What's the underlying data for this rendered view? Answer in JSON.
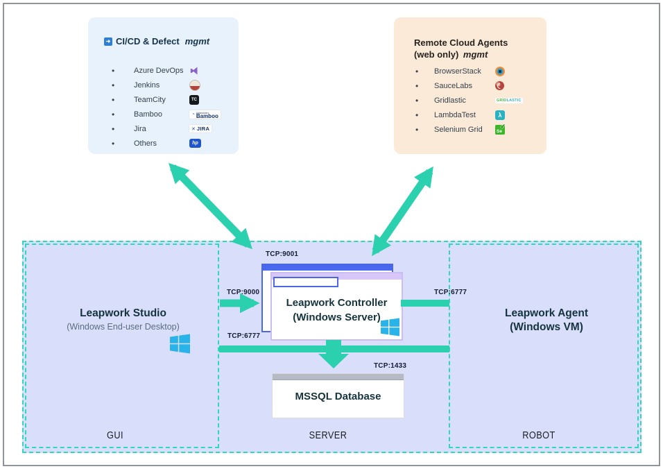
{
  "diagram": {
    "colors": {
      "accent_teal": "#2bd0ae",
      "dash_teal": "#2fd7bd",
      "region_lavender": "#d9defa",
      "cicd_bg": "#e7f2fd",
      "cloud_bg": "#fcead8",
      "titlebar_blue": "#4a68ee",
      "titlebar_purple": "#d7c6f8",
      "window_border_blue": "#4c66e8",
      "db_titlebar_gray": "#b5bac4",
      "windows_logo_blue": "#29b3e8"
    },
    "cicd_box": {
      "header_icon_glyph": "➜",
      "title": "CI/CD & Defect",
      "title_italic": "mgmt",
      "bullet": "•",
      "items": [
        {
          "label": "Azure DevOps",
          "icon": "azure-devops"
        },
        {
          "label": "Jenkins",
          "icon": "jenkins"
        },
        {
          "label": "TeamCity",
          "icon": "teamcity",
          "icon_text": "TC"
        },
        {
          "label": "Bamboo",
          "icon": "bamboo",
          "icon_text": "Bamboo",
          "icon_text_small": "Atlassian",
          "icon_mark": "◔"
        },
        {
          "label": "Jira",
          "icon": "jira",
          "icon_text": "JIRA",
          "icon_mark": "✕"
        },
        {
          "label": "Others",
          "icon": "hp",
          "icon_text": "hp"
        }
      ]
    },
    "cloud_box": {
      "title_line1": "Remote Cloud Agents",
      "title_line2": "(web only)",
      "title_line2_italic": "mgmt",
      "bullet": "•",
      "items": [
        {
          "label": "BrowserStack",
          "icon": "browserstack"
        },
        {
          "label": "SauceLabs",
          "icon": "saucelabs"
        },
        {
          "label": "Gridlastic",
          "icon": "gridlastic",
          "icon_text1": "GRID",
          "icon_text2": "LASTIC"
        },
        {
          "label": "LambdaTest",
          "icon": "lambdatest",
          "icon_glyph": "λ"
        },
        {
          "label": "Selenium Grid",
          "icon": "selenium-grid",
          "icon_text": "Se",
          "icon_check": "✓"
        }
      ]
    },
    "studio": {
      "title": "Leapwork Studio",
      "subtitle": "(Windows End-user Desktop)"
    },
    "controller": {
      "line1": "Leapwork Controller",
      "line2": "(Windows Server)"
    },
    "agent": {
      "line1": "Leapwork Agent",
      "line2": "(Windows VM)"
    },
    "database": {
      "title": "MSSQL Database"
    },
    "ports": {
      "top": "TCP:9001",
      "studio_in": "TCP:9000",
      "left_6777": "TCP:6777",
      "right_6777": "TCP:6777",
      "db": "TCP:1433"
    },
    "sections": {
      "gui": "GUI",
      "server": "SERVER",
      "robot": "ROBOT"
    }
  }
}
